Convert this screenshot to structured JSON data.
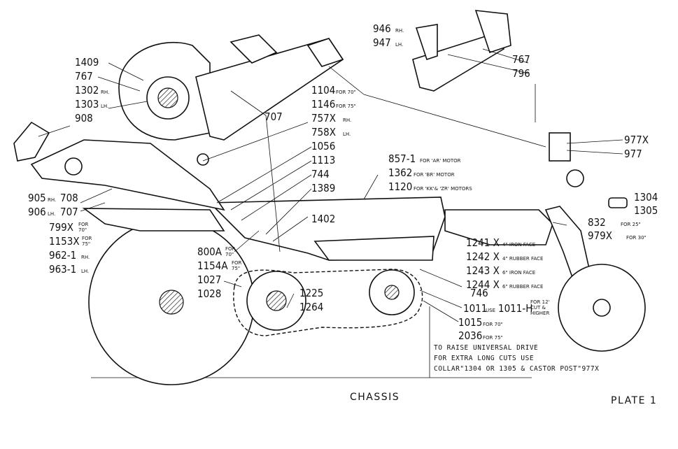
{
  "title": "CHASSIS",
  "plate": "PLATE 1",
  "note": {
    "line1": "TO RAISE UNIVERSAL DRIVE",
    "line2": "FOR EXTRA LONG CUTS USE",
    "line3": "COLLAR\"1304 OR 1305 & CASTOR POST\"977X"
  },
  "callouts": {
    "c946": "946",
    "c946s": "RH.",
    "c947": "947",
    "c947s": "LH.",
    "c767b": "767",
    "c796": "796",
    "c1409": "1409",
    "c767": "767",
    "c1302": "1302",
    "c1302s": "RH.",
    "c1303": "1303",
    "c1303s": "LH.",
    "c908": "908",
    "c707a": "707",
    "c1104": "1104",
    "c1104s": "FOR 70\"",
    "c1146": "1146",
    "c1146s": "FOR 75\"",
    "c757": "757X",
    "c757s": "RH.",
    "c758": "758X",
    "c758s": "LH.",
    "c1056": "1056",
    "c1113": "1113",
    "c744": "744",
    "c1389": "1389",
    "c857": "857-1",
    "c857s": "FOR 'AR' MOTOR",
    "c1362": "1362",
    "c1362s": "FOR 'BR' MOTOR",
    "c1120": "1120",
    "c1120s": "FOR 'KK'& 'ZR' MOTORS",
    "c977x": "977X",
    "c977": "977",
    "c1304": "1304",
    "c1305": "1305",
    "c832": "832",
    "c832s": "FOR 25\"",
    "c979": "979X",
    "c979s": "FOR 30\"",
    "c905": "905",
    "c905s": "RH.",
    "c906": "906",
    "c906s": "LH.",
    "c708": "708",
    "c707b": "707",
    "c799": "799X",
    "c799s1": "FOR",
    "c799s2": "70\"",
    "c1153": "1153X",
    "c1153s1": "FOR",
    "c1153s2": "75\"",
    "c962": "962-1",
    "c962s": "RH.",
    "c963": "963-1",
    "c963s": "LH.",
    "c1402": "1402",
    "c800": "800A",
    "c800s1": "FOR",
    "c800s2": "70\"",
    "c1154": "1154A",
    "c1154s1": "FOR",
    "c1154s2": "75\"",
    "c1027": "1027",
    "c1028": "1028",
    "c1225": "1225",
    "c1264": "1264",
    "c1241": "1241 X",
    "c1241s": "4\" IRON FACE",
    "c1242": "1242 X",
    "c1242s": "4\" RUBBER FACE",
    "c1243": "1243 X",
    "c1243s": "6\" IRON FACE",
    "c1244": "1244 X",
    "c1244s": "6\" RUBBER FACE",
    "c746": "746",
    "c1011": "1011",
    "c1011use": "USE",
    "c1011h": "1011-H",
    "c1011s1": "FOR 12'",
    "c1011s2": "CUT &",
    "c1011s3": "HIGHER",
    "c1015": "1015",
    "c1015s": "FOR 70\"",
    "c2036": "2036",
    "c2036s": "FOR 75\""
  }
}
